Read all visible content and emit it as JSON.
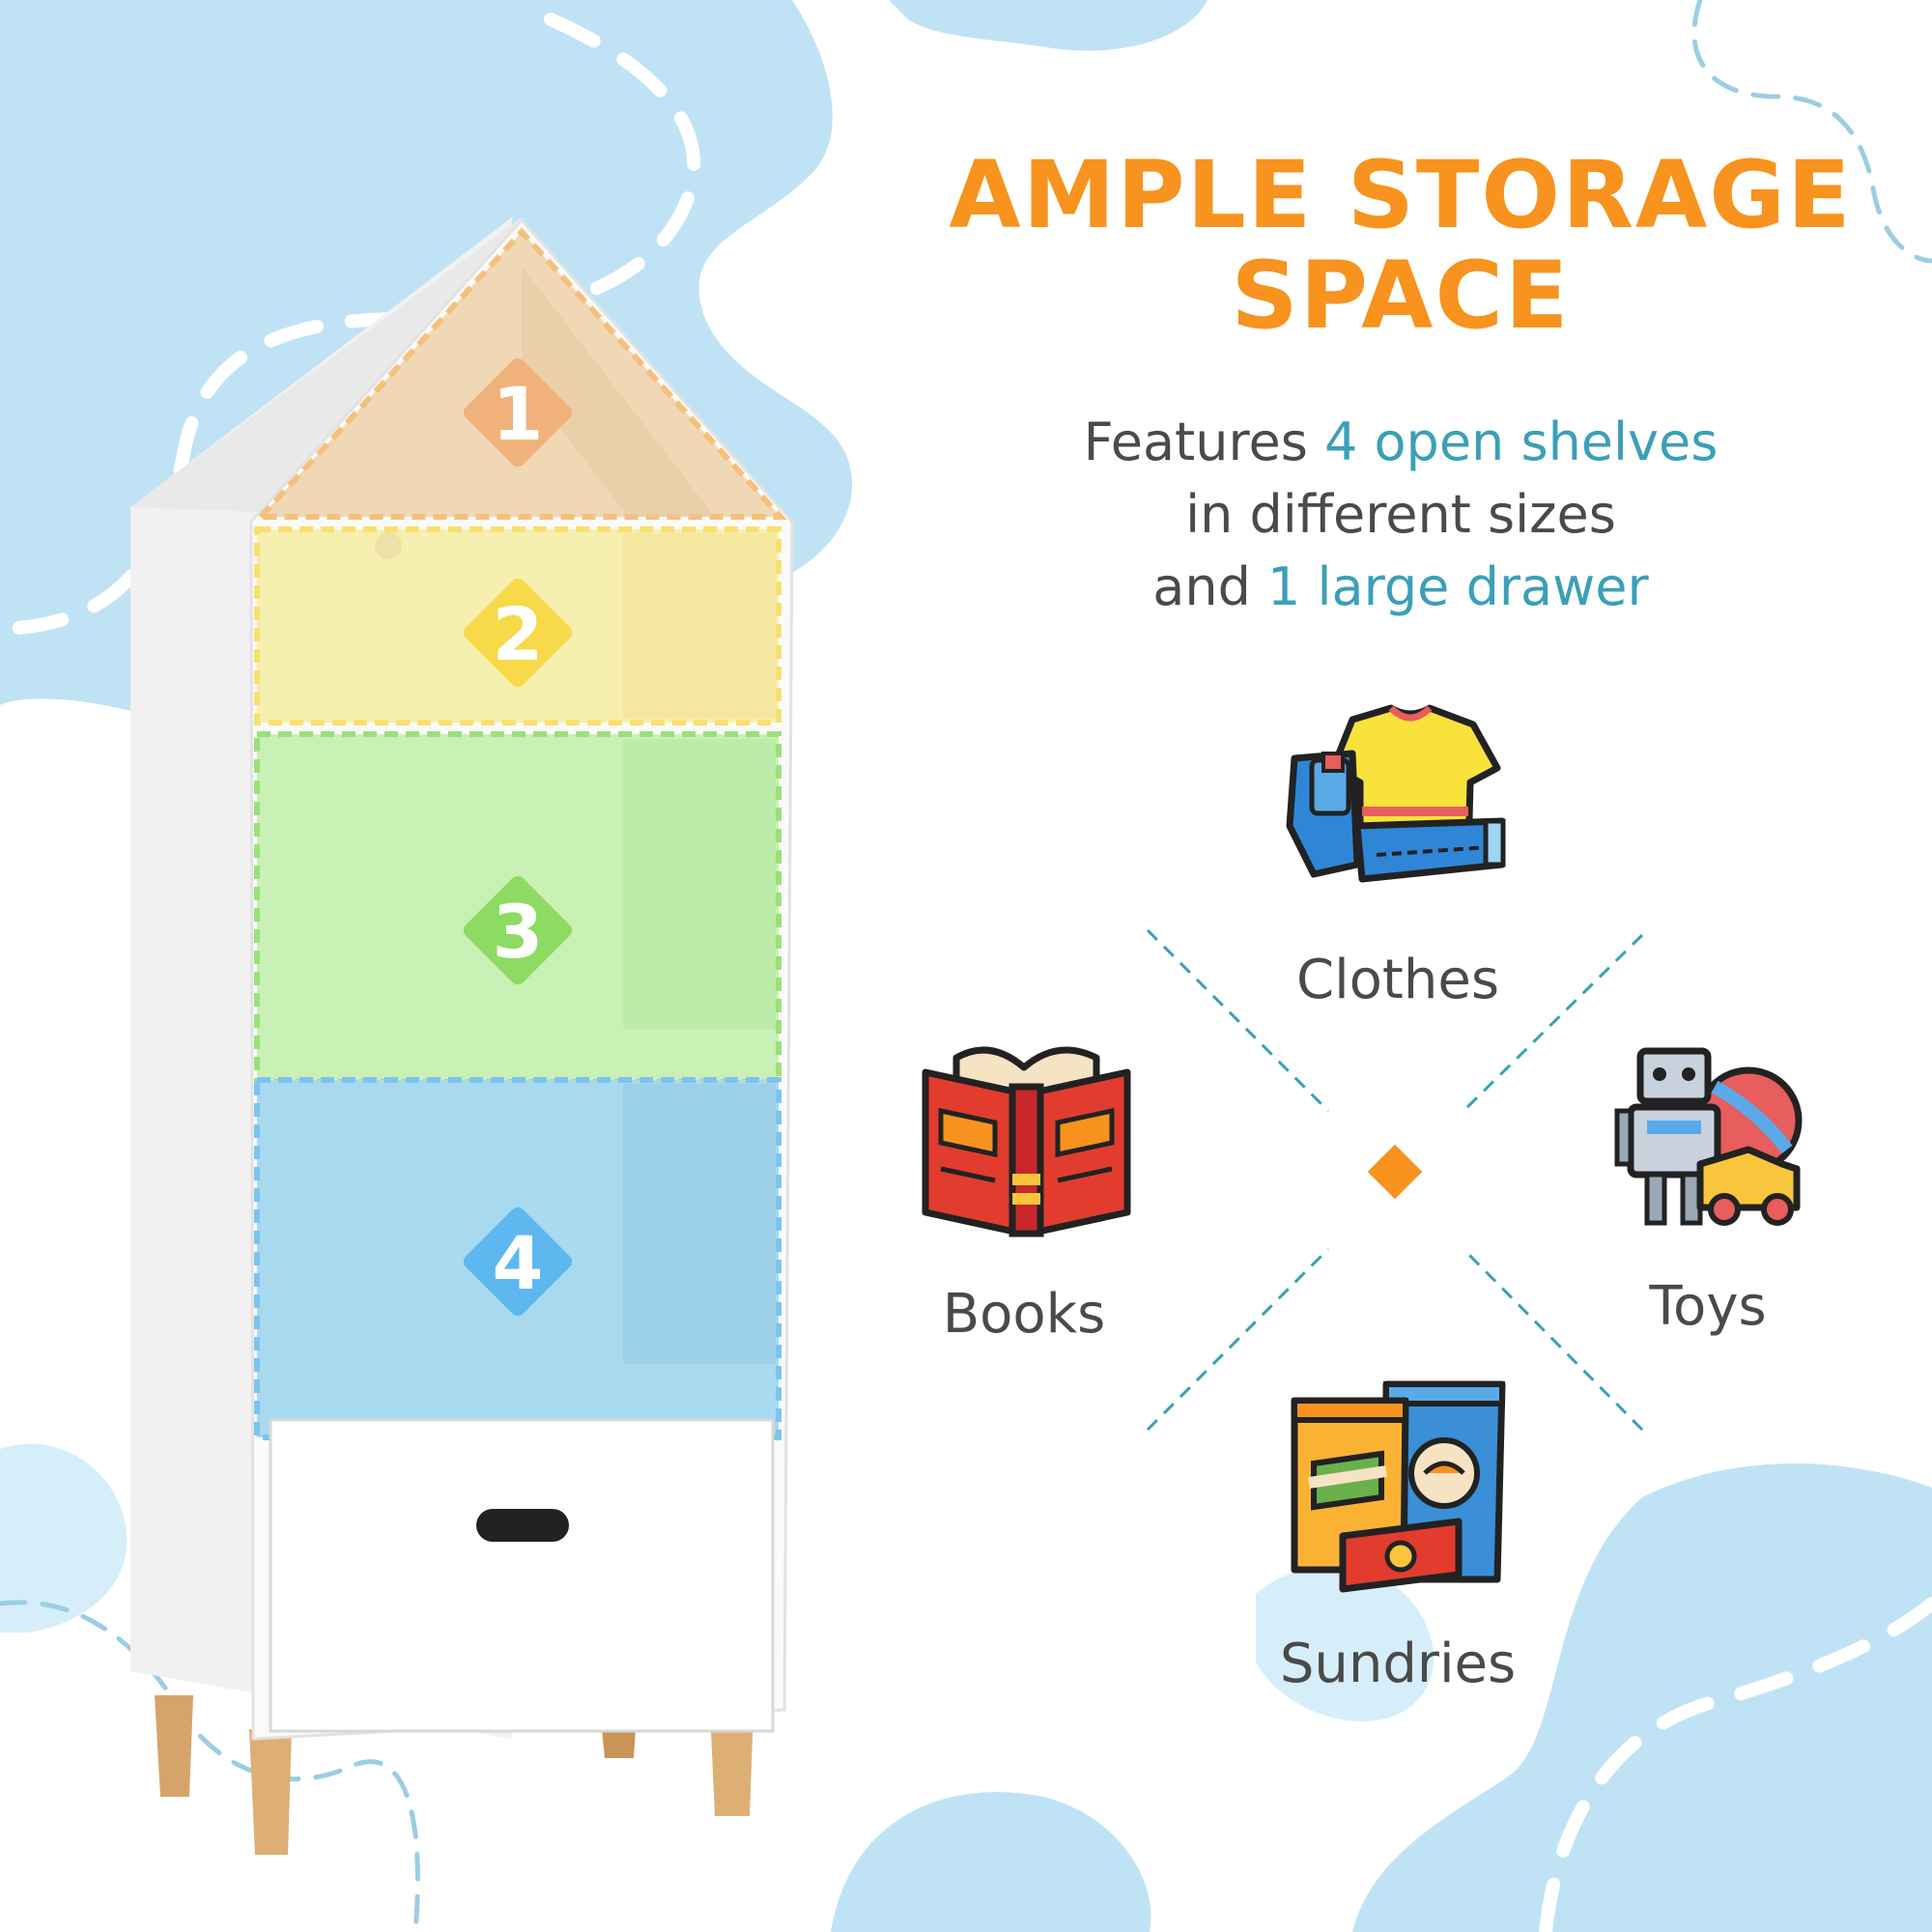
{
  "headline": {
    "line1": "AMPLE STORAGE",
    "line2": "SPACE"
  },
  "features": {
    "line1_a": "Features ",
    "line1_b": "4 open shelves",
    "line2": "in different sizes",
    "line3_a": "and ",
    "line3_b": "1 large drawer"
  },
  "shelves": [
    {
      "number": "1",
      "color": "#f5c07a"
    },
    {
      "number": "2",
      "color": "#f8e070"
    },
    {
      "number": "3",
      "color": "#9be07a"
    },
    {
      "number": "4",
      "color": "#7cc4ee"
    }
  ],
  "categories": {
    "clothes": {
      "label": "Clothes",
      "icon": "clothes-icon"
    },
    "books": {
      "label": "Books",
      "icon": "book-icon"
    },
    "toys": {
      "label": "Toys",
      "icon": "toys-icon"
    },
    "sundries": {
      "label": "Sundries",
      "icon": "snacks-icon"
    }
  },
  "colors": {
    "accent_orange": "#f7931e",
    "accent_teal": "#3c9fb7",
    "blob_blue": "#bfe3f5",
    "text_gray": "#4a4a4a"
  }
}
